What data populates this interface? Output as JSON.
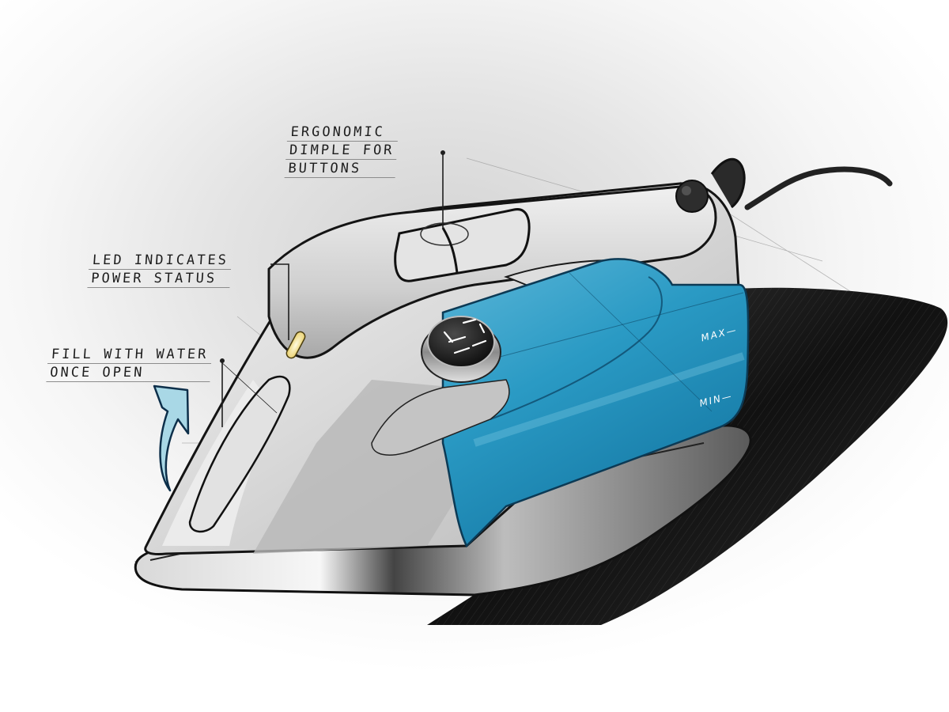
{
  "drawing": {
    "subject": "Steam iron concept sketch",
    "colors": {
      "background": "#f2f2f2",
      "body_grey": "#c9c9c9",
      "tank_blue": "#2a9ac4",
      "tank_blue_dark": "#1477a3",
      "arrow_blue": "#a9d8e6",
      "led_yellow": "#f3e39a",
      "shadow": "#1c1c1c",
      "ink": "#1d1d1d"
    }
  },
  "annotations": {
    "ergonomic": {
      "lines": [
        "Ergonomic",
        "Dimple for",
        "Buttons"
      ]
    },
    "led": {
      "lines": [
        "LED indicates",
        "power status"
      ]
    },
    "fill": {
      "lines": [
        "Fill with water",
        "once open"
      ]
    }
  },
  "tank_markings": {
    "max_label": "MAX—",
    "min_label": "MIN—"
  },
  "dial": {
    "display_glyph": "digital-segment-readout"
  }
}
